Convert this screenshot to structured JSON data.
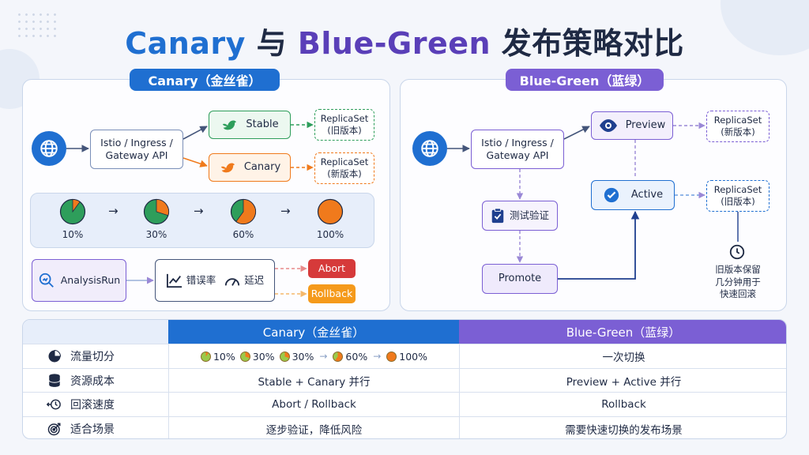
{
  "title": {
    "part1": "Canary",
    "part2": " 与 ",
    "part3": "Blue-Green",
    "part4": " 发布策略对比"
  },
  "canary": {
    "tag": "Canary（金丝雀）",
    "router": "Istio / Ingress /\nGateway API",
    "stable": "Stable",
    "canary": "Canary",
    "rs_old": "ReplicaSet\n(旧版本)",
    "rs_new": "ReplicaSet\n(新版本)",
    "steps": [
      {
        "label": "10%",
        "fraction": 0.1
      },
      {
        "label": "30%",
        "fraction": 0.3
      },
      {
        "label": "60%",
        "fraction": 0.6
      },
      {
        "label": "100%",
        "fraction": 1.0
      }
    ],
    "analysis": "AnalysisRun",
    "metric1": "错误率",
    "metric2": "延迟",
    "abort": "Abort",
    "rollback": "Rollback"
  },
  "bluegreen": {
    "tag": "Blue-Green（蓝绿）",
    "router": "Istio / Ingress /\nGateway API",
    "preview": "Preview",
    "active": "Active",
    "rs_new": "ReplicaSet\n(新版本)",
    "rs_old": "ReplicaSet\n(旧版本)",
    "test": "测试验证",
    "promote": "Promote",
    "note": "旧版本保留\n几分钟用于\n快速回滚"
  },
  "table": {
    "col_canary": "Canary（金丝雀）",
    "col_bg": "Blue-Green（蓝绿）",
    "rows": [
      {
        "label": "流量切分",
        "icon": "pie-icon",
        "canary": "",
        "bg": "一次切换"
      },
      {
        "label": "资源成本",
        "icon": "database-icon",
        "canary": "Stable + Canary 并行",
        "bg": "Preview + Active 并行"
      },
      {
        "label": "回滚速度",
        "icon": "rewind-clock-icon",
        "canary": "Abort / Rollback",
        "bg": "Rollback"
      },
      {
        "label": "适合场景",
        "icon": "target-icon",
        "canary": "逐步验证，降低风险",
        "bg": "需要快速切换的发布场景"
      }
    ],
    "split": [
      "10%",
      "30%",
      "30%",
      "60%",
      "100%"
    ]
  },
  "colors": {
    "canary_blue": "#1f6fd1",
    "bg_purple": "#7b5fd4",
    "stable_green": "#2e9e5b",
    "canary_orange": "#f07a1c",
    "abort_red": "#d63a3a",
    "rollback_orange": "#f59a1b"
  }
}
